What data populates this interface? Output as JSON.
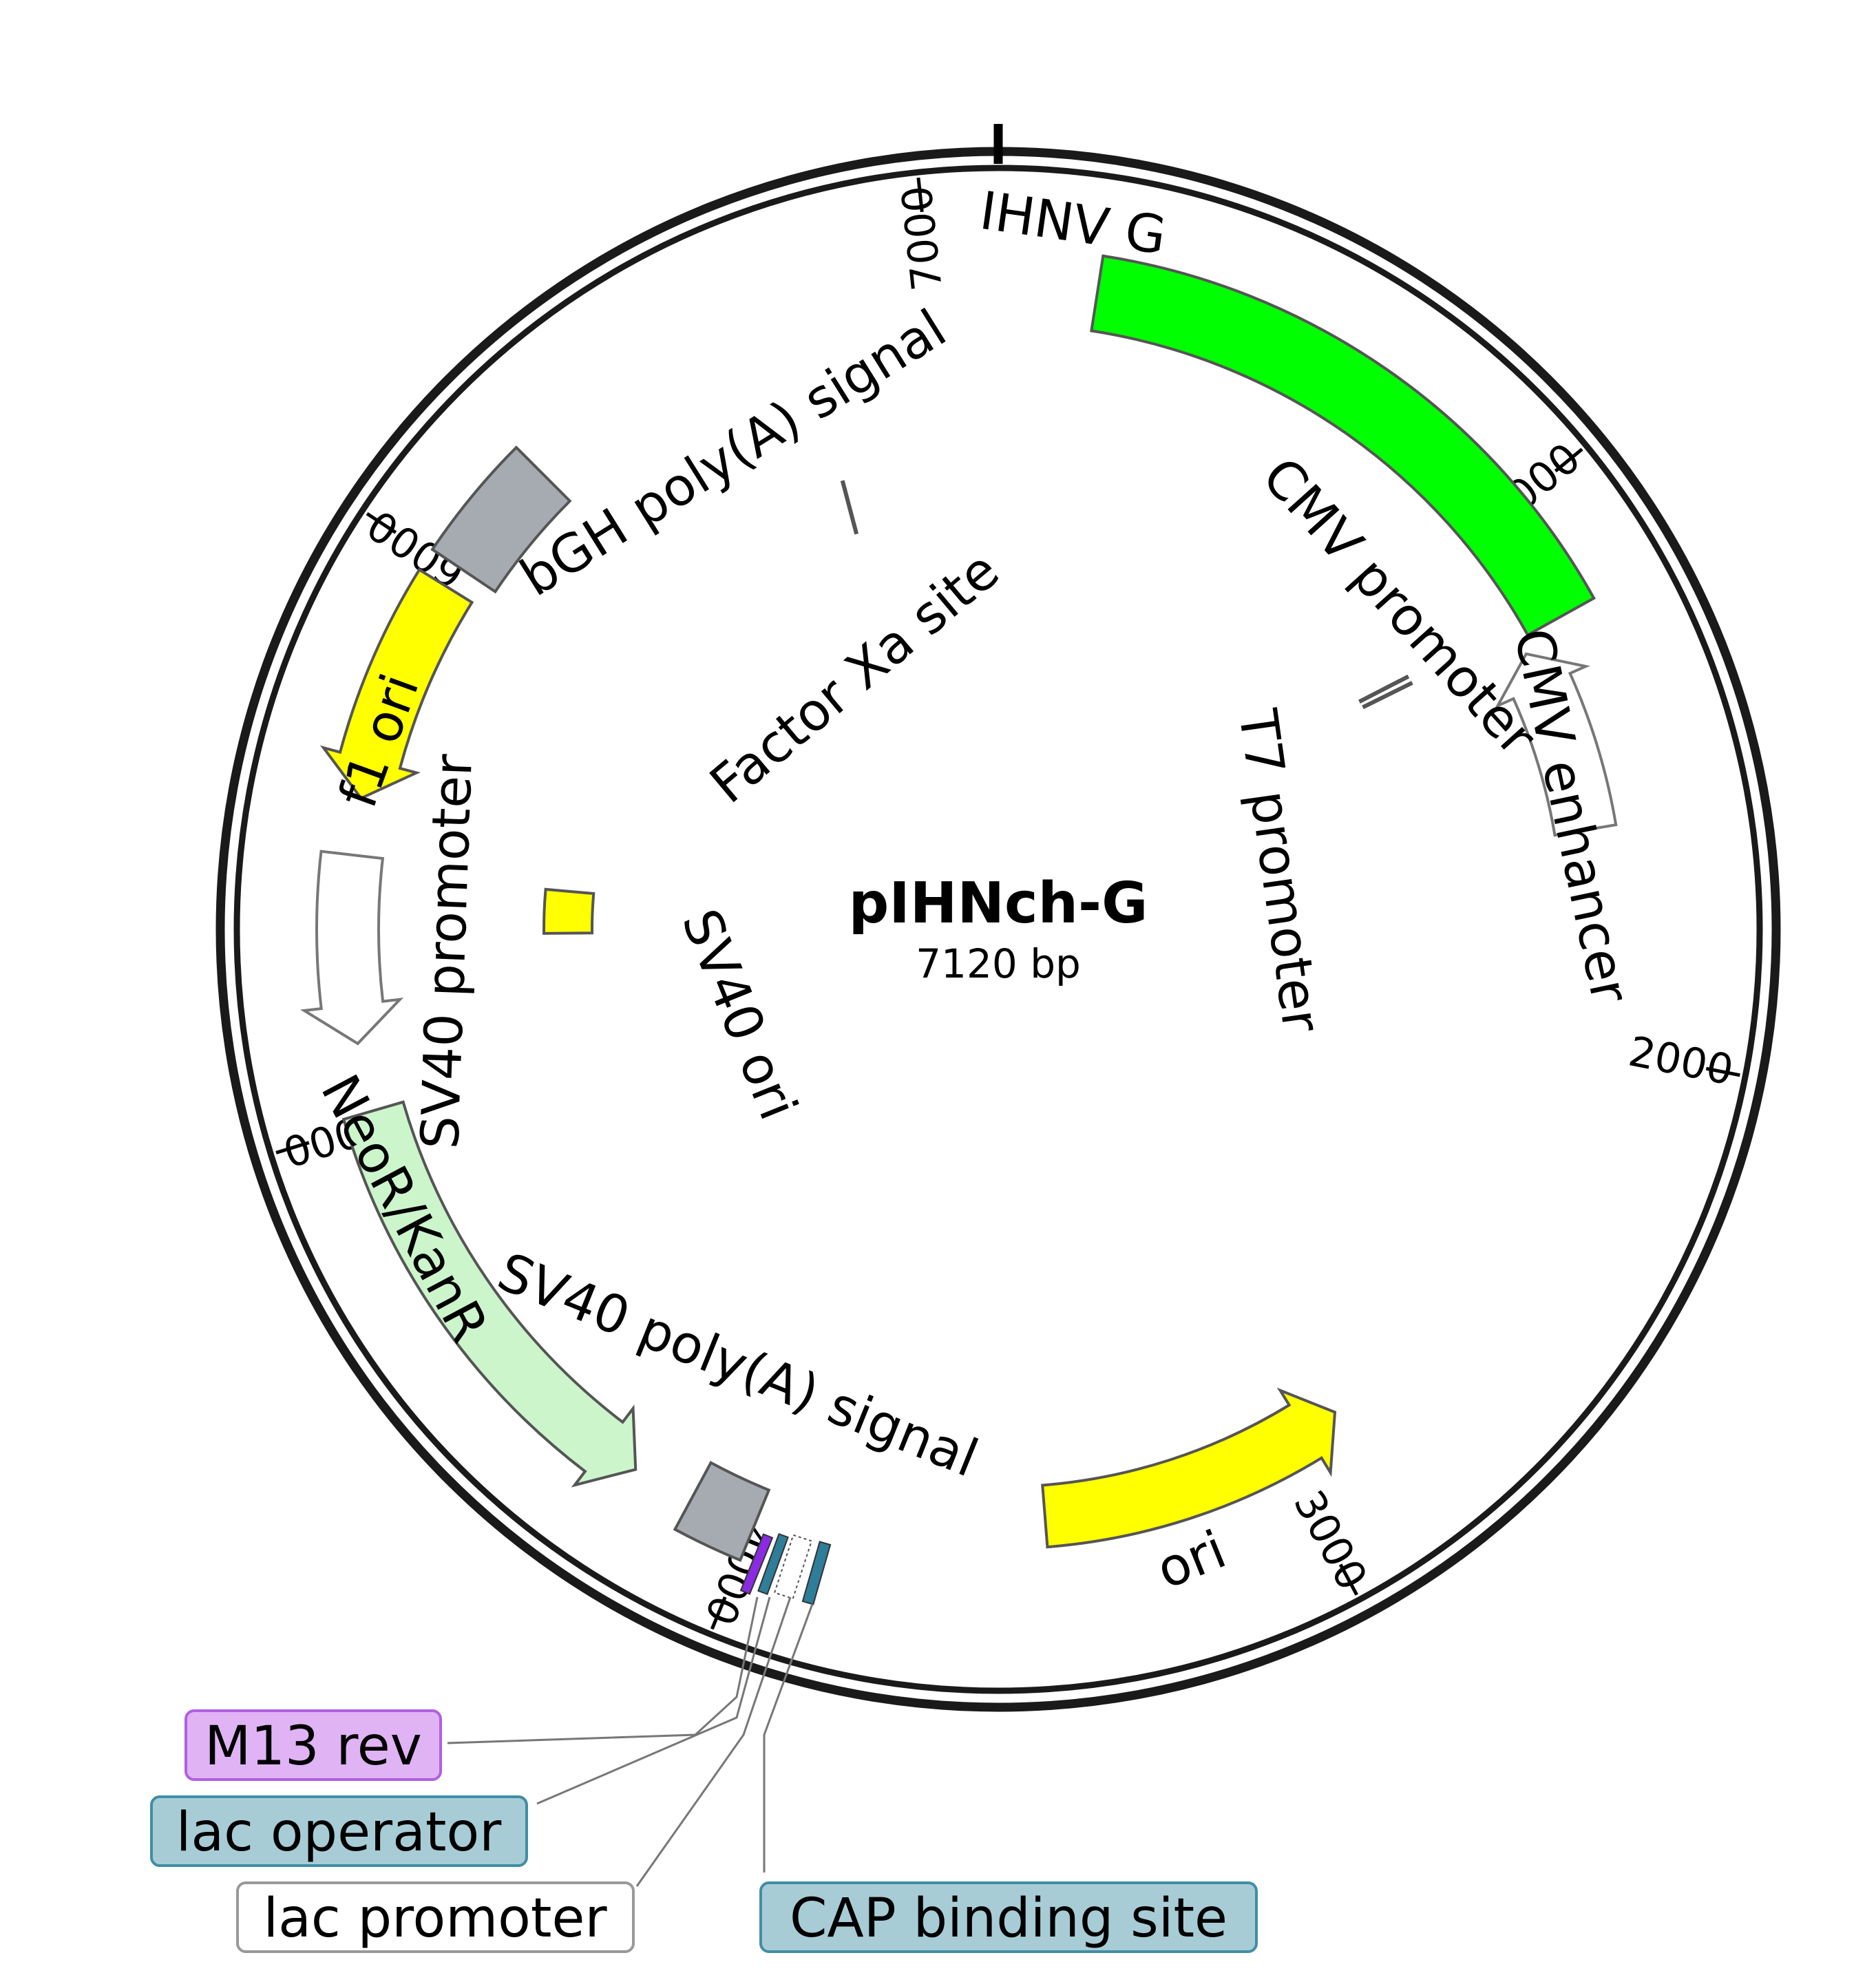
{
  "plasmid": {
    "name": "pIHNch-G",
    "length_label": "7120 bp",
    "length_bp": 7120
  },
  "ticks": [
    {
      "bp": 1000,
      "label": "1000"
    },
    {
      "bp": 2000,
      "label": "2000"
    },
    {
      "bp": 3000,
      "label": "3000"
    },
    {
      "bp": 4000,
      "label": "4000"
    },
    {
      "bp": 5000,
      "label": "5000"
    },
    {
      "bp": 6000,
      "label": "6000"
    },
    {
      "bp": 7000,
      "label": "7000"
    }
  ],
  "features": [
    {
      "name": "IHNV G",
      "start": 175,
      "end": 1205,
      "color": "#00ff00",
      "stroke": "#555555",
      "direction": 1,
      "arrow": false,
      "label_inside": true
    },
    {
      "name": "CMV enhancer",
      "start": 1235,
      "end": 1590,
      "color": "#ffffff",
      "stroke": "#777777",
      "direction": -1,
      "arrow": true,
      "label_inside": false
    },
    {
      "name": "CMV promoter",
      "start": 1040,
      "end": 1245,
      "color": "#ffffff",
      "stroke": "#777777",
      "direction": -1,
      "arrow": false,
      "label_inside": false,
      "line_only": true
    },
    {
      "name": "T7 promoter",
      "start": 1150,
      "end": 1170,
      "color": "#ffffff",
      "stroke": "#777777",
      "direction": -1,
      "arrow": false,
      "label_inside": false,
      "line_only": true
    },
    {
      "name": "ori",
      "start": 2870,
      "end": 3470,
      "color": "#ffff00",
      "stroke": "#555555",
      "direction": -1,
      "arrow": true,
      "label_inside": true
    },
    {
      "name": "SV40 poly(A) signal",
      "start": 4000,
      "end": 4120,
      "color": "#a6abb2",
      "stroke": "#555555",
      "direction": 0,
      "arrow": false,
      "label_inside": false
    },
    {
      "name": "NeoR/KanR",
      "start": 4230,
      "end": 5020,
      "color": "#ccf5cc",
      "stroke": "#555555",
      "direction": -1,
      "arrow": true,
      "label_inside": true
    },
    {
      "name": "SV40 promoter",
      "start": 5140,
      "end": 5470,
      "color": "#ffffff",
      "stroke": "#777777",
      "direction": -1,
      "arrow": true,
      "label_inside": false
    },
    {
      "name": "f1 ori",
      "start": 5570,
      "end": 5970,
      "color": "#ffff00",
      "stroke": "#555555",
      "direction": -1,
      "arrow": true,
      "label_inside": true
    },
    {
      "name": "bGH poly(A) signal",
      "start": 6010,
      "end": 6230,
      "color": "#a6abb2",
      "stroke": "#555555",
      "direction": 0,
      "arrow": false,
      "label_inside": false
    },
    {
      "name": "SV40 ori",
      "start": 5330,
      "end": 5440,
      "color": "#ffff00",
      "stroke": "#555555",
      "direction": 0,
      "arrow": false,
      "label_inside": false,
      "inner": true
    },
    {
      "name": "Factor Xa site",
      "start": 6720,
      "end": 6740,
      "color": "#ffffff",
      "stroke": "#555555",
      "direction": 0,
      "arrow": false,
      "label_inside": false,
      "line_only": true
    }
  ],
  "small_features": [
    {
      "name": "M13 rev",
      "color": "#8a2be2"
    },
    {
      "name": "lac operator",
      "color": "#2e7d99"
    },
    {
      "name": "lac promoter",
      "color": "#ffffff"
    },
    {
      "name": "CAP binding site",
      "color": "#2e7d99"
    }
  ],
  "callouts": [
    {
      "label": "M13 rev",
      "fill": "#e0b3f5",
      "stroke": "#b060e0"
    },
    {
      "label": "lac operator",
      "fill": "#a8ccd6",
      "stroke": "#3f8ea5"
    },
    {
      "label": "lac promoter",
      "fill": "#ffffff",
      "stroke": "#999999"
    },
    {
      "label": "CAP binding site",
      "fill": "#a8ccd6",
      "stroke": "#3f8ea5"
    }
  ],
  "map_labels": [
    {
      "text": "IHNV G"
    },
    {
      "text": "bGH poly(A) signal"
    },
    {
      "text": "CMV promoter"
    },
    {
      "text": "CMV enhancer"
    },
    {
      "text": "T7 promoter"
    },
    {
      "text": "Factor Xa site"
    },
    {
      "text": "SV40 promoter"
    },
    {
      "text": "SV40 ori"
    },
    {
      "text": "f1 ori"
    },
    {
      "text": "NeoR/KanR"
    },
    {
      "text": "SV40 poly(A) signal"
    },
    {
      "text": "ori"
    }
  ]
}
